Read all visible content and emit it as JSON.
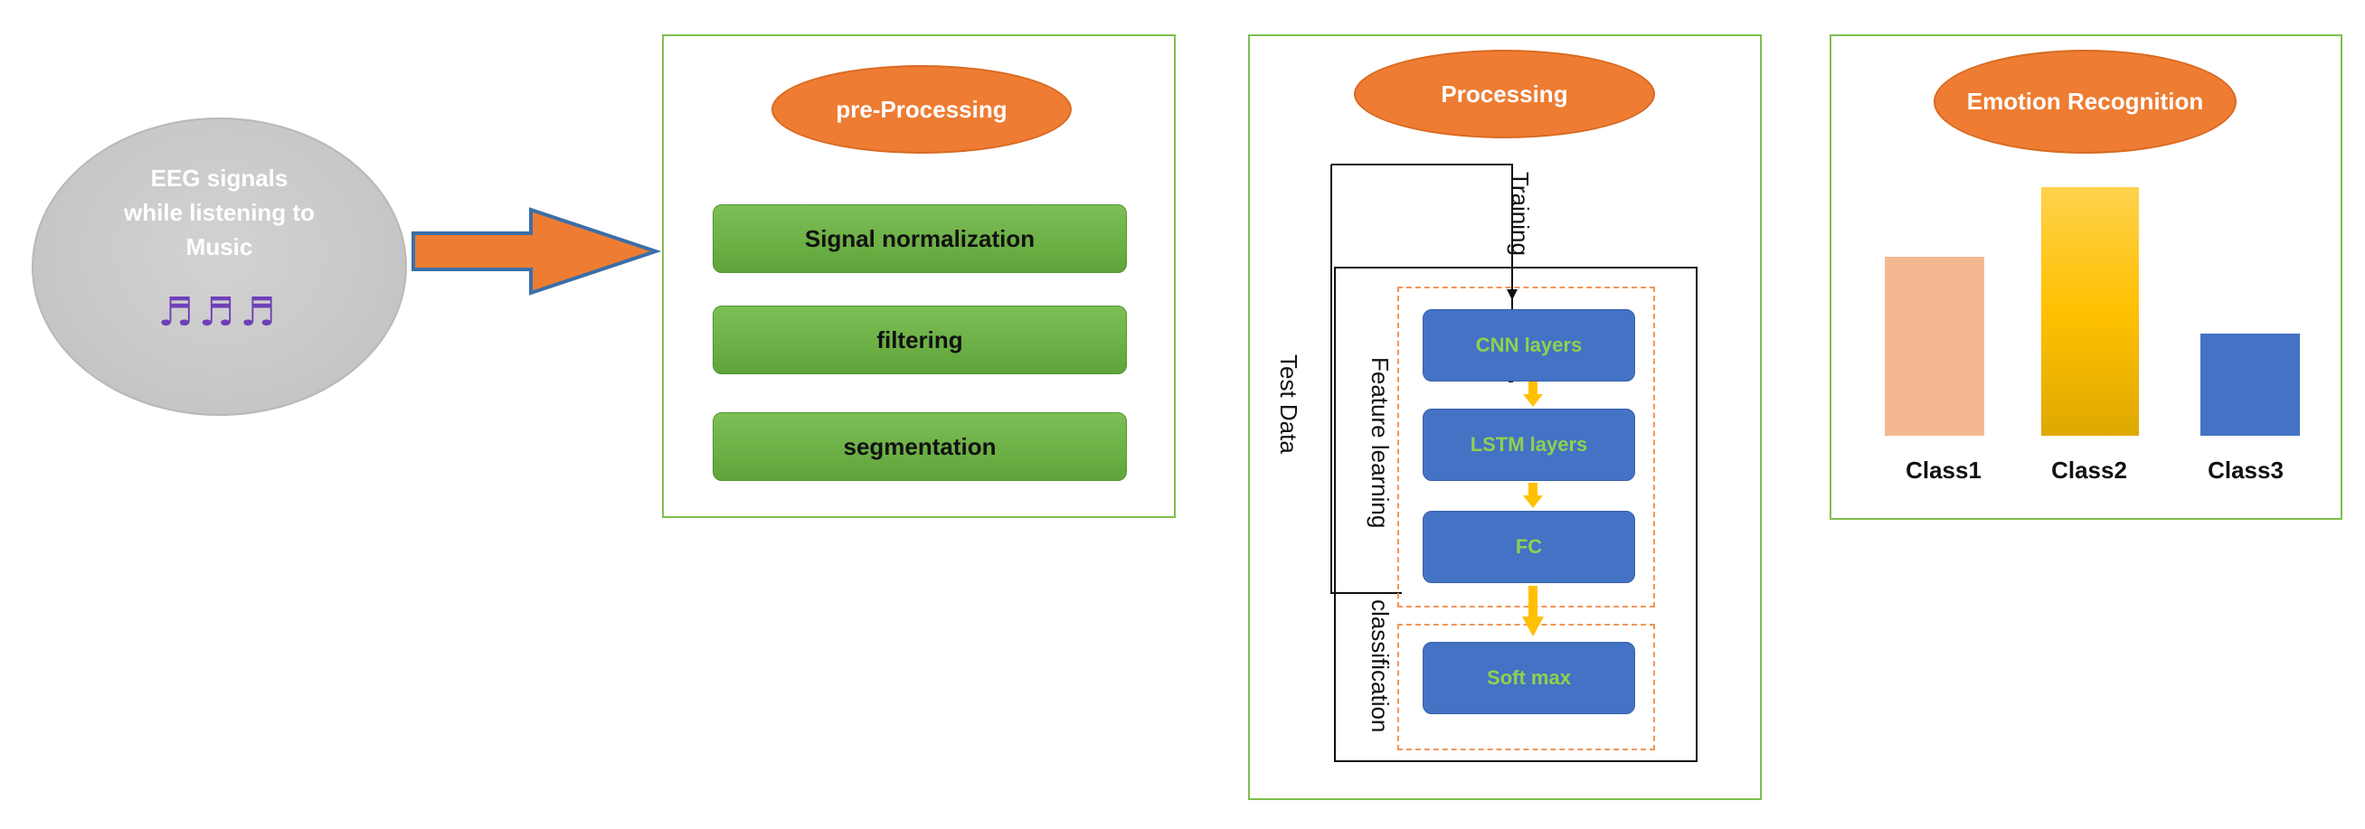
{
  "source": {
    "lines": [
      "EEG signals",
      "while listening to",
      "Music"
    ],
    "icon": "music-note-icon",
    "notes": "♬♬♬"
  },
  "preprocessing": {
    "title": "pre-Processing",
    "steps": [
      "Signal normalization",
      "filtering",
      "segmentation"
    ]
  },
  "processing": {
    "title": "Processing",
    "training_label": "Training",
    "test_label": "Test Data",
    "feature_group_label": "Feature learning",
    "classification_group_label": "classification",
    "layers": [
      "CNN layers",
      "LSTM layers",
      "FC"
    ],
    "classifier": "Soft max"
  },
  "emotion": {
    "title": "Emotion Recognition",
    "classes": [
      {
        "label": "Class1",
        "level": 0.72,
        "color": "#f4b891"
      },
      {
        "label": "Class2",
        "level": 1.0,
        "color": "#ffc000"
      },
      {
        "label": "Class3",
        "level": 0.41,
        "color": "#4472c4"
      }
    ]
  },
  "colors": {
    "orange": "#ee7c32",
    "green": "#70ad47",
    "blue": "#4472c4",
    "arrow_yellow": "#ffc000"
  }
}
